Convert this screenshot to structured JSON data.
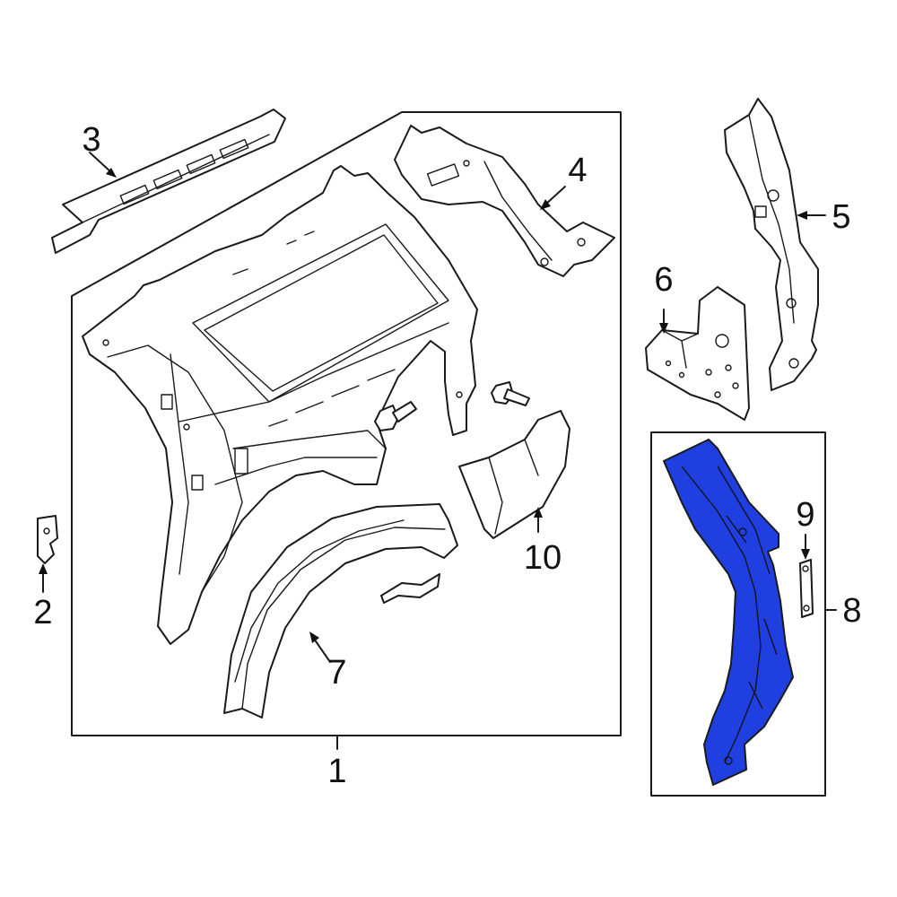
{
  "colors": {
    "highlight": "#1f3fe0",
    "outline": "#1a1a1a",
    "background": "#ffffff"
  },
  "callouts": {
    "c1": "1",
    "c2": "2",
    "c3": "3",
    "c4": "4",
    "c5": "5",
    "c6": "6",
    "c7": "7",
    "c8": "8",
    "c9": "9",
    "c10": "10"
  }
}
